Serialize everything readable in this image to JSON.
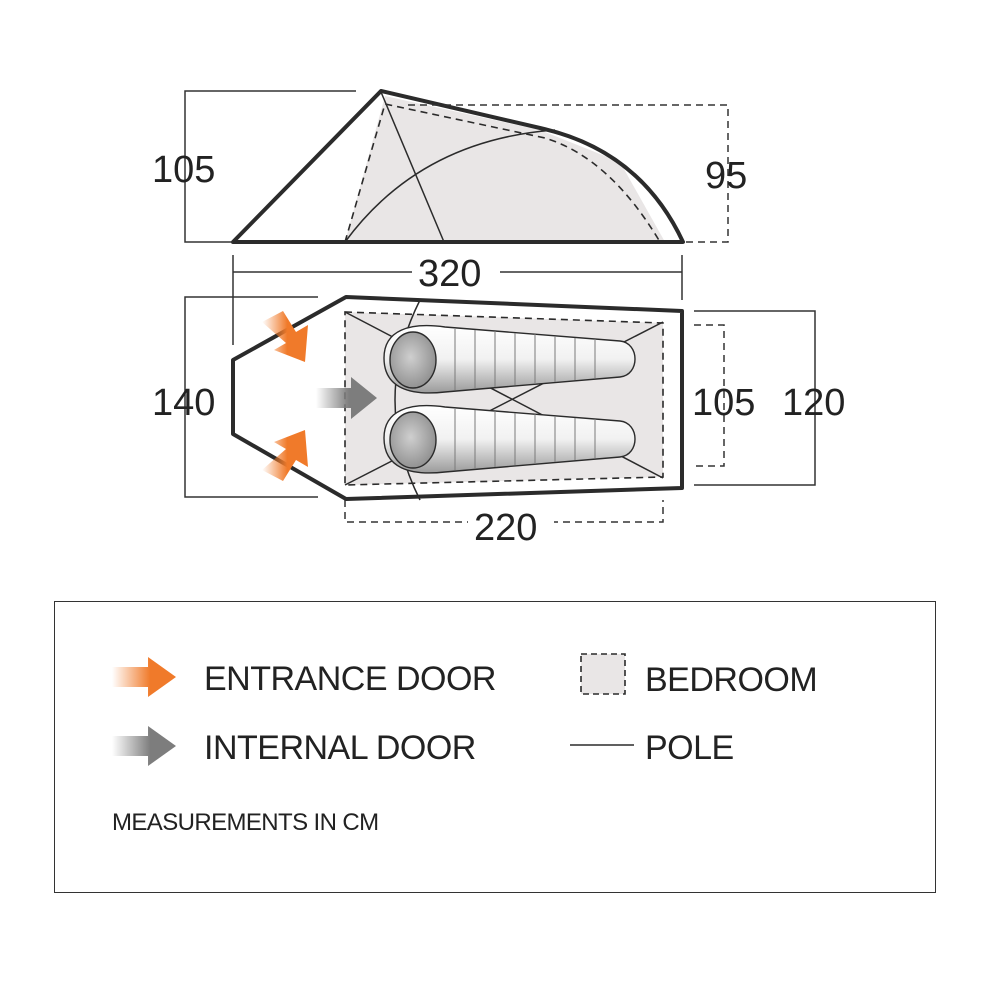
{
  "dimensions": {
    "side_height_front": "105",
    "side_height_rear": "95",
    "total_length": "320",
    "total_width": "140",
    "bedroom_width": "105",
    "rear_width": "120",
    "bedroom_length": "220"
  },
  "legend": {
    "entrance_door": "ENTRANCE DOOR",
    "internal_door": "INTERNAL DOOR",
    "bedroom": "BEDROOM",
    "pole": "POLE",
    "note": "MEASUREMENTS IN CM"
  },
  "colors": {
    "entrance_arrow": "#f07a2a",
    "internal_arrow": "#7d7d7d",
    "bedroom_fill": "#e9e6e6",
    "outline": "#2b2b2b"
  },
  "icons": [
    "entrance-door-arrow-icon",
    "internal-door-arrow-icon",
    "sleeping-bag-icon",
    "bedroom-swatch-icon",
    "pole-line-icon"
  ]
}
